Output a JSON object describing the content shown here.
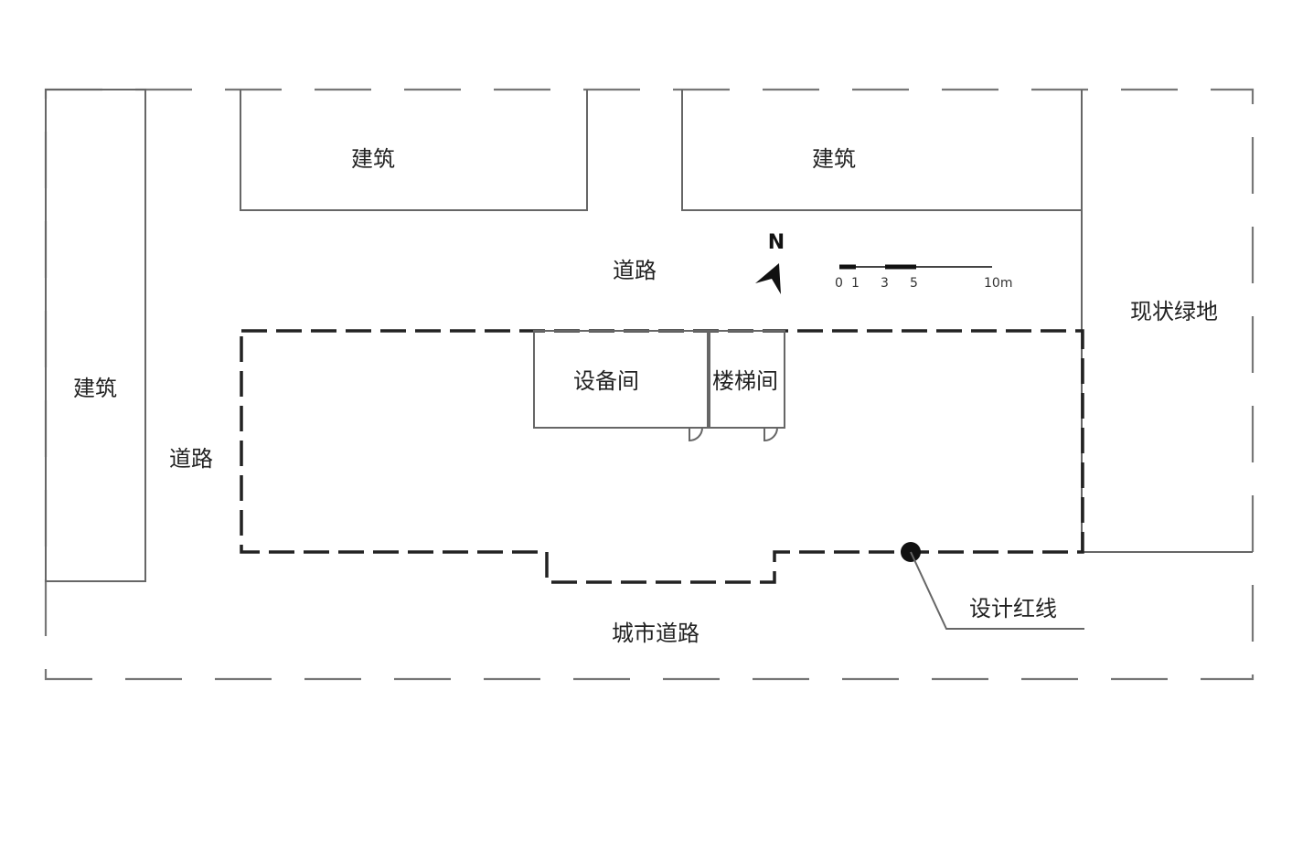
{
  "labels": {
    "building_top_left": "建筑",
    "building_top_right": "建筑",
    "building_left": "建筑",
    "road_top": "道路",
    "road_left": "道路",
    "green_space": "现状绿地",
    "equipment_room": "设备间",
    "stair_room": "楼梯间",
    "city_road": "城市道路",
    "design_red_line": "设计红线"
  },
  "north_arrow": {
    "label": "N"
  },
  "scale_bar": {
    "ticks": [
      "0",
      "1",
      "3",
      "5",
      "10m"
    ]
  }
}
